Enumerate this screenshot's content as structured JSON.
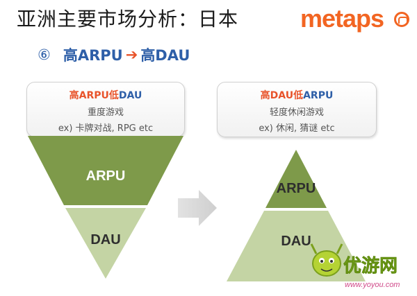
{
  "header": {
    "title": "亚洲主要市场分析：日本",
    "logo_text": "metaps"
  },
  "subtitle": {
    "number": "⑥",
    "from": "高ARPU",
    "arrow": "➔",
    "to": "高DAU"
  },
  "left": {
    "head_red": "高ARPU",
    "head_mid": "低",
    "head_blue": "DAU",
    "line1": "重度游戏",
    "line2": "ex) 卡牌对战, RPG etc",
    "top_label": "ARPU",
    "bottom_label": "DAU"
  },
  "right": {
    "head_red": "高DAU",
    "head_mid": "低",
    "head_blue": "ARPU",
    "line1": "轻度休闲游戏",
    "line2": "ex) 休闲, 猜谜 etc",
    "top_label": "ARPU",
    "bottom_label": "DAU"
  },
  "watermark": {
    "text": "优游网",
    "url": "www.yoyou.com"
  },
  "colors": {
    "dark_green": "#7e9a4a",
    "light_green": "#c4d4a4",
    "accent_red": "#e8532a",
    "accent_blue": "#2e5fa8",
    "logo_orange": "#f26522"
  }
}
